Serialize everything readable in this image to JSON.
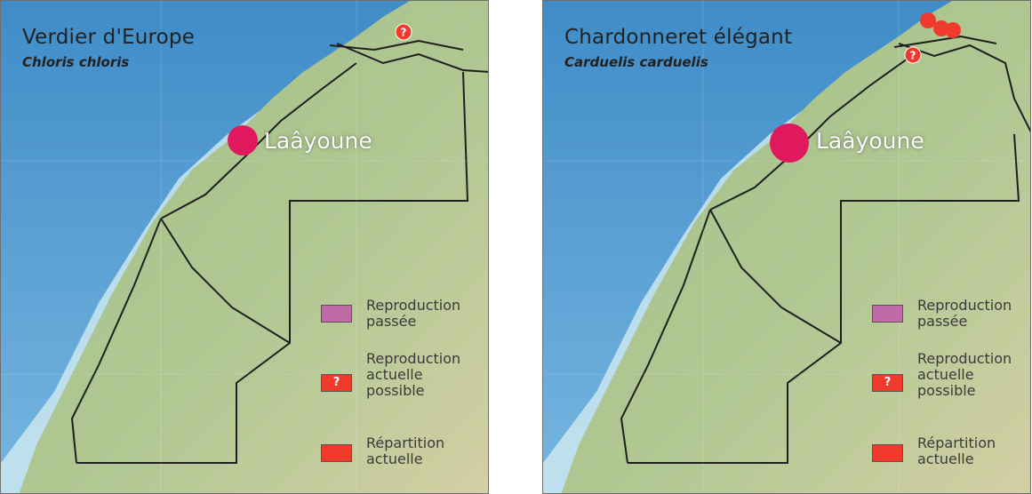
{
  "colors": {
    "ocean": "#5f9fd0",
    "coast_water": "#bfe3ee",
    "land": "#a9c48e",
    "land_desert": "#d9d1a6",
    "border": "#1f1f1f",
    "passed_breeding": "#c16aa8",
    "possible_breeding": "#f03a2c",
    "current_range": "#f03a2c",
    "city_marker": "#e0195f"
  },
  "panels": [
    {
      "title_common": "Verdier d'Europe",
      "title_scientific": "Chloris chloris",
      "city": {
        "label": "Laâyoune"
      },
      "observations": [
        {
          "kind": "possible",
          "symbol": "?"
        }
      ]
    },
    {
      "title_common": "Chardonneret élégant",
      "title_scientific": "Carduelis carduelis",
      "city": {
        "label": "Laâyoune"
      },
      "observations": [
        {
          "kind": "current"
        },
        {
          "kind": "current"
        },
        {
          "kind": "current"
        },
        {
          "kind": "possible",
          "symbol": "?"
        }
      ]
    }
  ],
  "legend": {
    "items": [
      {
        "key": "passed",
        "label_line1": "Reproduction",
        "label_line2": "passée",
        "label_line3": "",
        "symbol": ""
      },
      {
        "key": "possible",
        "label_line1": "Reproduction",
        "label_line2": "actuelle",
        "label_line3": "possible",
        "symbol": "?"
      },
      {
        "key": "current",
        "label_line1": "Répartition",
        "label_line2": "actuelle",
        "label_line3": "",
        "symbol": ""
      }
    ]
  }
}
